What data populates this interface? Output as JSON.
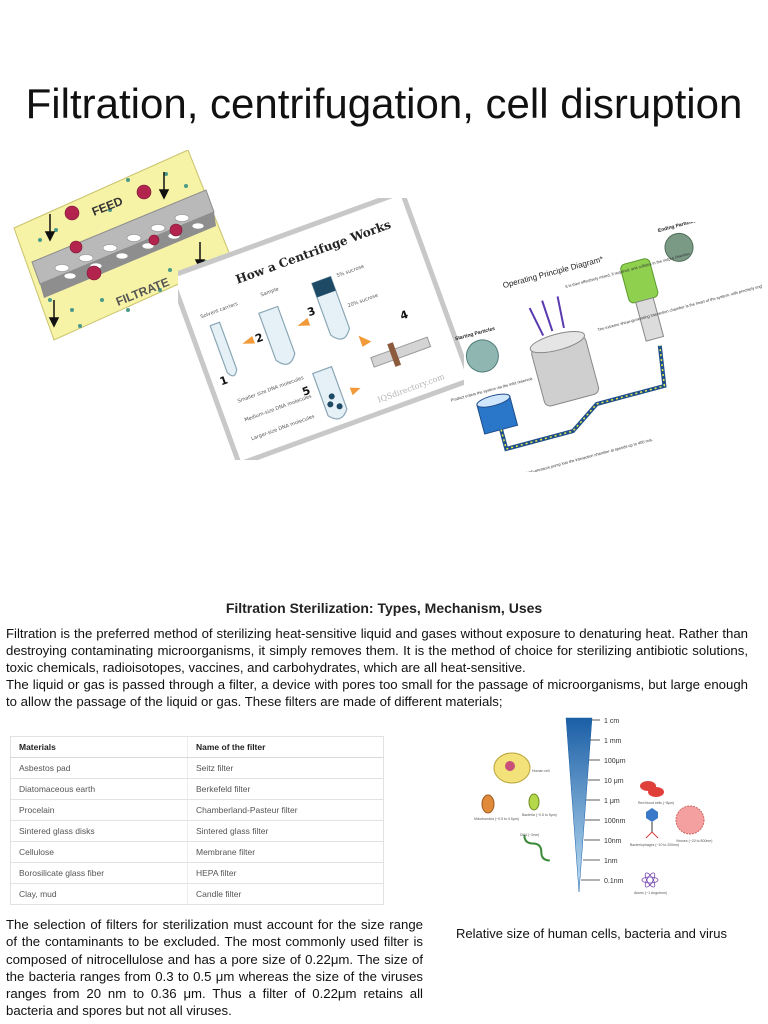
{
  "page": {
    "title": "Filtration, centrifugation, cell disruption"
  },
  "figures": {
    "filtration": {
      "feed_label": "FEED",
      "filtrate_label": "FILTRATE"
    },
    "centrifuge": {
      "title": "How a Centrifuge Works",
      "watermark": "IQSdirectory.com",
      "step_numbers": [
        "1",
        "2",
        "3",
        "4",
        "5"
      ],
      "notes": [
        "Solvent carriers",
        "Sample",
        "5% sucrose",
        "20% sucrose",
        "Smaller size DNA molecules",
        "Medium-size DNA molecules",
        "Larger-size DNA molecules"
      ]
    },
    "operating_principle": {
      "title": "Operating Principle Diagram*",
      "starting_particles": "Starting Particles",
      "ending_particles": "Ending Particles",
      "note_top": "It is then effectively mixed, if required, and collides in the output chamber.",
      "note_left": "Product enters the system via the inlet reservoir.",
      "note_right": "The extreme shear-generating interaction chamber is the heart of the system, with precisely engineered geometry to produce consistent results.",
      "footer": "Product is powered by a high-pressure pump into the interaction chamber at speeds up to 400 m/s."
    },
    "size_scale": {
      "caption": "Relative size of human cells, bacteria and virus",
      "scale_labels": [
        "1 cm",
        "1 mm",
        "100μm",
        "10 μm",
        "1 μm",
        "100nm",
        "10nm",
        "1nm",
        "0.1nm"
      ],
      "items": [
        {
          "label": "Human cell"
        },
        {
          "label": "Red blood cells (~8μm)"
        },
        {
          "label": "Mitochondria (~0.5 to 0.5μm)"
        },
        {
          "label": "Bacteria (~0.5 to 5μm)"
        },
        {
          "label": "Bacteriophages (~10 to 200nm)"
        },
        {
          "label": "Viruses (~20 to 800nm)"
        },
        {
          "label": "DNA (~2nm)"
        },
        {
          "label": "Atoms (~1 Angstrom)"
        }
      ]
    }
  },
  "section": {
    "heading": "Filtration Sterilization: Types, Mechanism, Uses",
    "para1": "Filtration is the preferred method of sterilizing heat-sensitive liquid and gases without exposure to denaturing heat. Rather than destroying contaminating microorganisms, it simply removes them. It is the method of choice for sterilizing antibiotic solutions, toxic chemicals, radioisotopes, vaccines, and carbohydrates, which are all heat-sensitive.",
    "para2": "The liquid or gas is passed through a filter, a device with pores too small for the passage of microorganisms, but large enough to allow the passage of the liquid or gas. These filters are made of different materials;",
    "para3": "The selection of filters for sterilization must account for the size range of the contaminants to be excluded. The most commonly used filter is composed of nitrocellulose and has a pore size of 0.22μm. The size of the bacteria ranges from 0.3 to 0.5 μm whereas the size of the viruses ranges from 20 nm to 0.36 μm. Thus a filter of 0.22μm retains all bacteria and spores but not all viruses."
  },
  "table": {
    "headers": [
      "Materials",
      "Name of the filter"
    ],
    "rows": [
      [
        "Asbestos pad",
        "Seitz filter"
      ],
      [
        "Diatomaceous earth",
        "Berkefeld filter"
      ],
      [
        "Procelain",
        "Chamberland-Pasteur filter"
      ],
      [
        "Sintered glass disks",
        "Sintered glass filter"
      ],
      [
        "Cellulose",
        "Membrane filter"
      ],
      [
        "Borosilicate glass fiber",
        "HEPA filter"
      ],
      [
        "Clay, mud",
        "Candle filter"
      ]
    ]
  }
}
